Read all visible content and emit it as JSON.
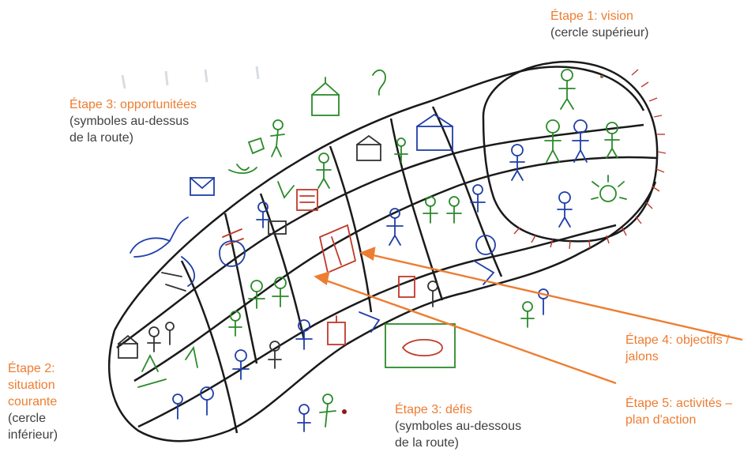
{
  "labels": {
    "step1": {
      "title": "Étape 1: vision",
      "sub": "(cercle supérieur)"
    },
    "step3_opp": {
      "title": "Étape 3: opportunitées",
      "sub1": "(symboles au-dessus",
      "sub2": "de la route)"
    },
    "step2": {
      "l1": "Étape 2:",
      "l2": "situation",
      "l3": "courante",
      "sub1": "(cercle",
      "sub2": "inférieur)"
    },
    "step3_def": {
      "title": "Étape 3: défis",
      "sub1": "(symboles au-dessous",
      "sub2": "de la route)"
    },
    "step4": {
      "l1": "Étape 4: objectifs /",
      "l2": "jalons"
    },
    "step5": {
      "l1": "Étape 5: activités –",
      "l2": "plan d'action"
    }
  },
  "colors": {
    "accent": "#ED7D31",
    "subtext": "#404040",
    "ink_black": "#1a1a1a",
    "ink_blue": "#1f3fa8",
    "ink_green": "#2a8a2a",
    "ink_red": "#c0392b"
  }
}
